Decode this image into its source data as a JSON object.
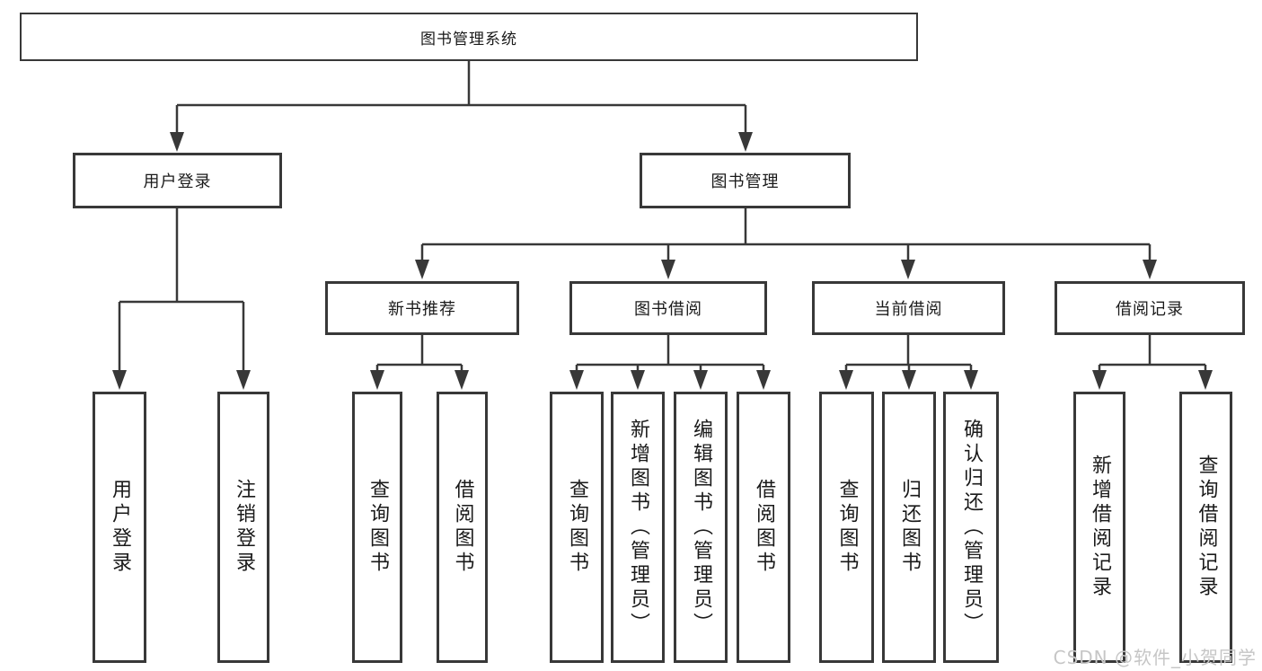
{
  "diagram": {
    "root": {
      "label": "图书管理系统"
    },
    "branches": [
      {
        "label": "用户登录",
        "children": [
          {
            "label": "用户登录"
          },
          {
            "label": "注销登录"
          }
        ]
      },
      {
        "label": "图书管理",
        "children": [
          {
            "label": "新书推荐",
            "children": [
              {
                "label": "查询图书"
              },
              {
                "label": "借阅图书"
              }
            ]
          },
          {
            "label": "图书借阅",
            "children": [
              {
                "label": "查询图书"
              },
              {
                "label": "新增图书（管理员）"
              },
              {
                "label": "编辑图书（管理员）"
              },
              {
                "label": "借阅图书"
              }
            ]
          },
          {
            "label": "当前借阅",
            "children": [
              {
                "label": "查询图书"
              },
              {
                "label": "归还图书"
              },
              {
                "label": "确认归还（管理员）"
              }
            ]
          },
          {
            "label": "借阅记录",
            "children": [
              {
                "label": "新增借阅记录"
              },
              {
                "label": "查询借阅记录"
              }
            ]
          }
        ]
      }
    ]
  },
  "watermark": {
    "text": "CSDN @软件_小贺同学"
  },
  "colors": {
    "line": "#383838",
    "box_border": "#383838",
    "text": "#1a1a1a",
    "watermark": "#c6c6c6",
    "background": "#ffffff"
  }
}
